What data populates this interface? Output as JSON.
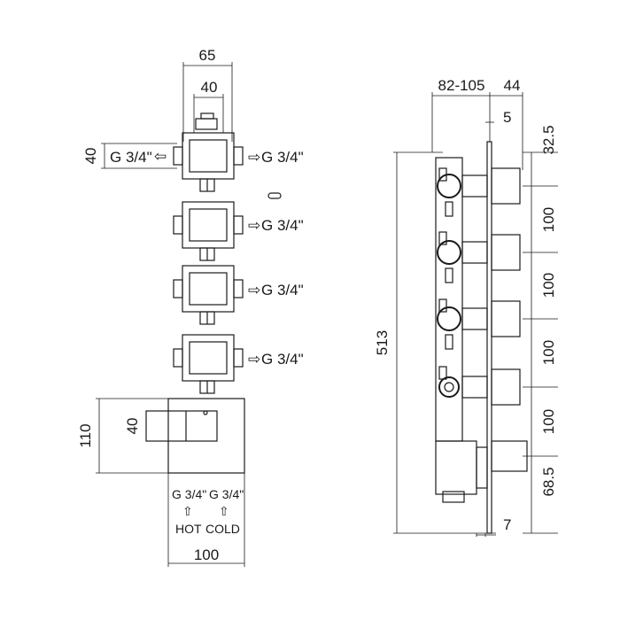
{
  "front_view": {
    "dim_width_top": "65",
    "dim_width_inner": "40",
    "dim_left_height": "40",
    "port_left": "G 3/4\"",
    "port_right_1": "G 3/4\"",
    "port_right_2": "G 3/4\"",
    "port_right_3": "G 3/4\"",
    "port_right_4": "G 3/4\"",
    "dim_box_height": "110",
    "dim_handle": "40",
    "inlet_hot_thread": "G 3/4\"",
    "inlet_cold_thread": "G 3/4\"",
    "inlet_hot_label": "HOT",
    "inlet_cold_label": "COLD",
    "dim_bottom_width": "100"
  },
  "side_view": {
    "dim_depth": "82-105",
    "dim_plate": "44",
    "dim_plate_thickness": "5",
    "dim_overall_height": "513",
    "dim_top_offset": "32.5",
    "dim_spacing_1": "100",
    "dim_spacing_2": "100",
    "dim_spacing_3": "100",
    "dim_spacing_4": "100",
    "dim_bottom_offset": "68.5",
    "dim_bottom_depth": "7"
  }
}
